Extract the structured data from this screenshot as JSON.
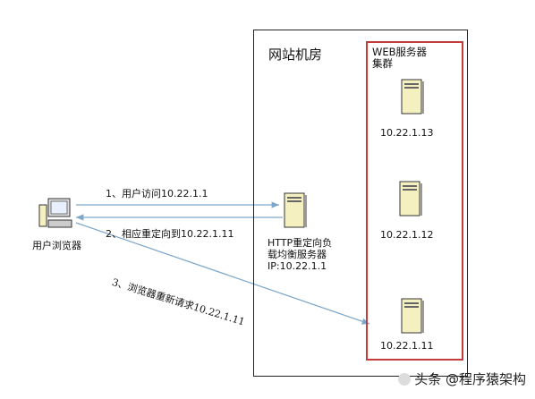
{
  "room": {
    "title": "网站机房"
  },
  "cluster": {
    "title_line1": "WEB服务器",
    "title_line2": "集群"
  },
  "servers": [
    {
      "ip": "10.22.1.13"
    },
    {
      "ip": "10.22.1.12"
    },
    {
      "ip": "10.22.1.11"
    }
  ],
  "balancer": {
    "line1": "HTTP重定向负",
    "line2": "载均衡服务器",
    "line3": "IP:10.22.1.1"
  },
  "client": {
    "label": "用户浏览器"
  },
  "steps": [
    {
      "text": "1、用户访问10.22.1.1"
    },
    {
      "text": "2、相应重定向到10.22.1.11"
    },
    {
      "text": "3、浏览器重新请求10.22.1.11"
    }
  ],
  "watermark": {
    "text": "头条 @程序猿架构"
  },
  "colors": {
    "cluster_border": "#c33c3c",
    "arrow": "#7da6c9",
    "server_body": "#f4f0c0"
  }
}
